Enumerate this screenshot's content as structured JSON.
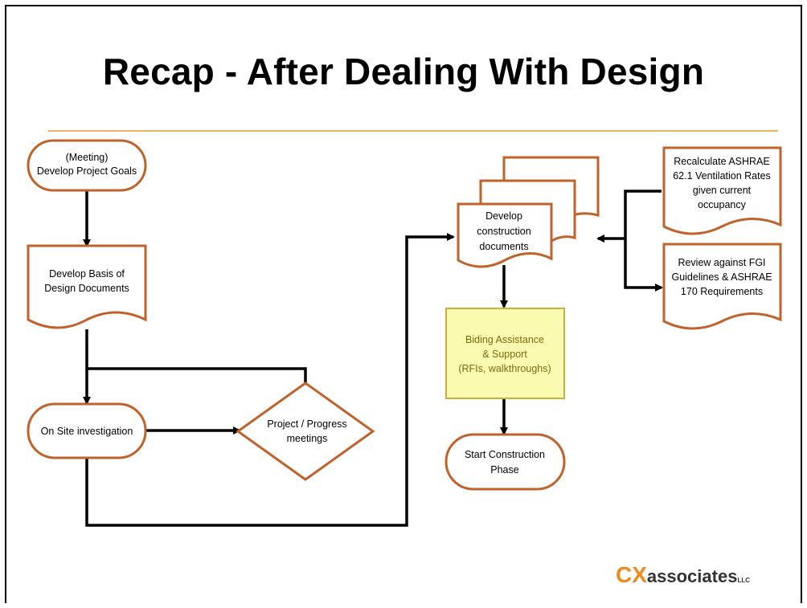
{
  "slide": {
    "title": "Recap -  After Dealing With Design"
  },
  "nodes": {
    "goals": [
      "(Meeting)",
      "Develop Project Goals"
    ],
    "basis": [
      "Develop Basis of",
      "Design Documents"
    ],
    "onsite": [
      "On Site investigation"
    ],
    "progress": [
      "Project / Progress",
      "meetings"
    ],
    "construction_docs": [
      "Develop",
      "construction",
      "documents"
    ],
    "ashrae": [
      "Recalculate ASHRAE",
      "62.1 Ventilation Rates",
      "given current",
      "occupancy"
    ],
    "fgi": [
      "Review against FGI",
      "Guidelines & ASHRAE",
      "170 Requirements"
    ],
    "biding": [
      "Biding Assistance",
      "& Support",
      "(RFIs, walkthroughs)"
    ],
    "start": [
      "Start Construction",
      "Phase"
    ]
  },
  "logo": {
    "cx": "CX",
    "name": "associates",
    "suffix": "LLC"
  },
  "colors": {
    "shape_border": "#c0622a",
    "connector": "#000000",
    "highlight_fill": "#fafab0",
    "highlight_border": "#c8b040",
    "highlight_text": "#7a6a10",
    "rule": "#f0b266",
    "logo_accent": "#f08a1c"
  }
}
